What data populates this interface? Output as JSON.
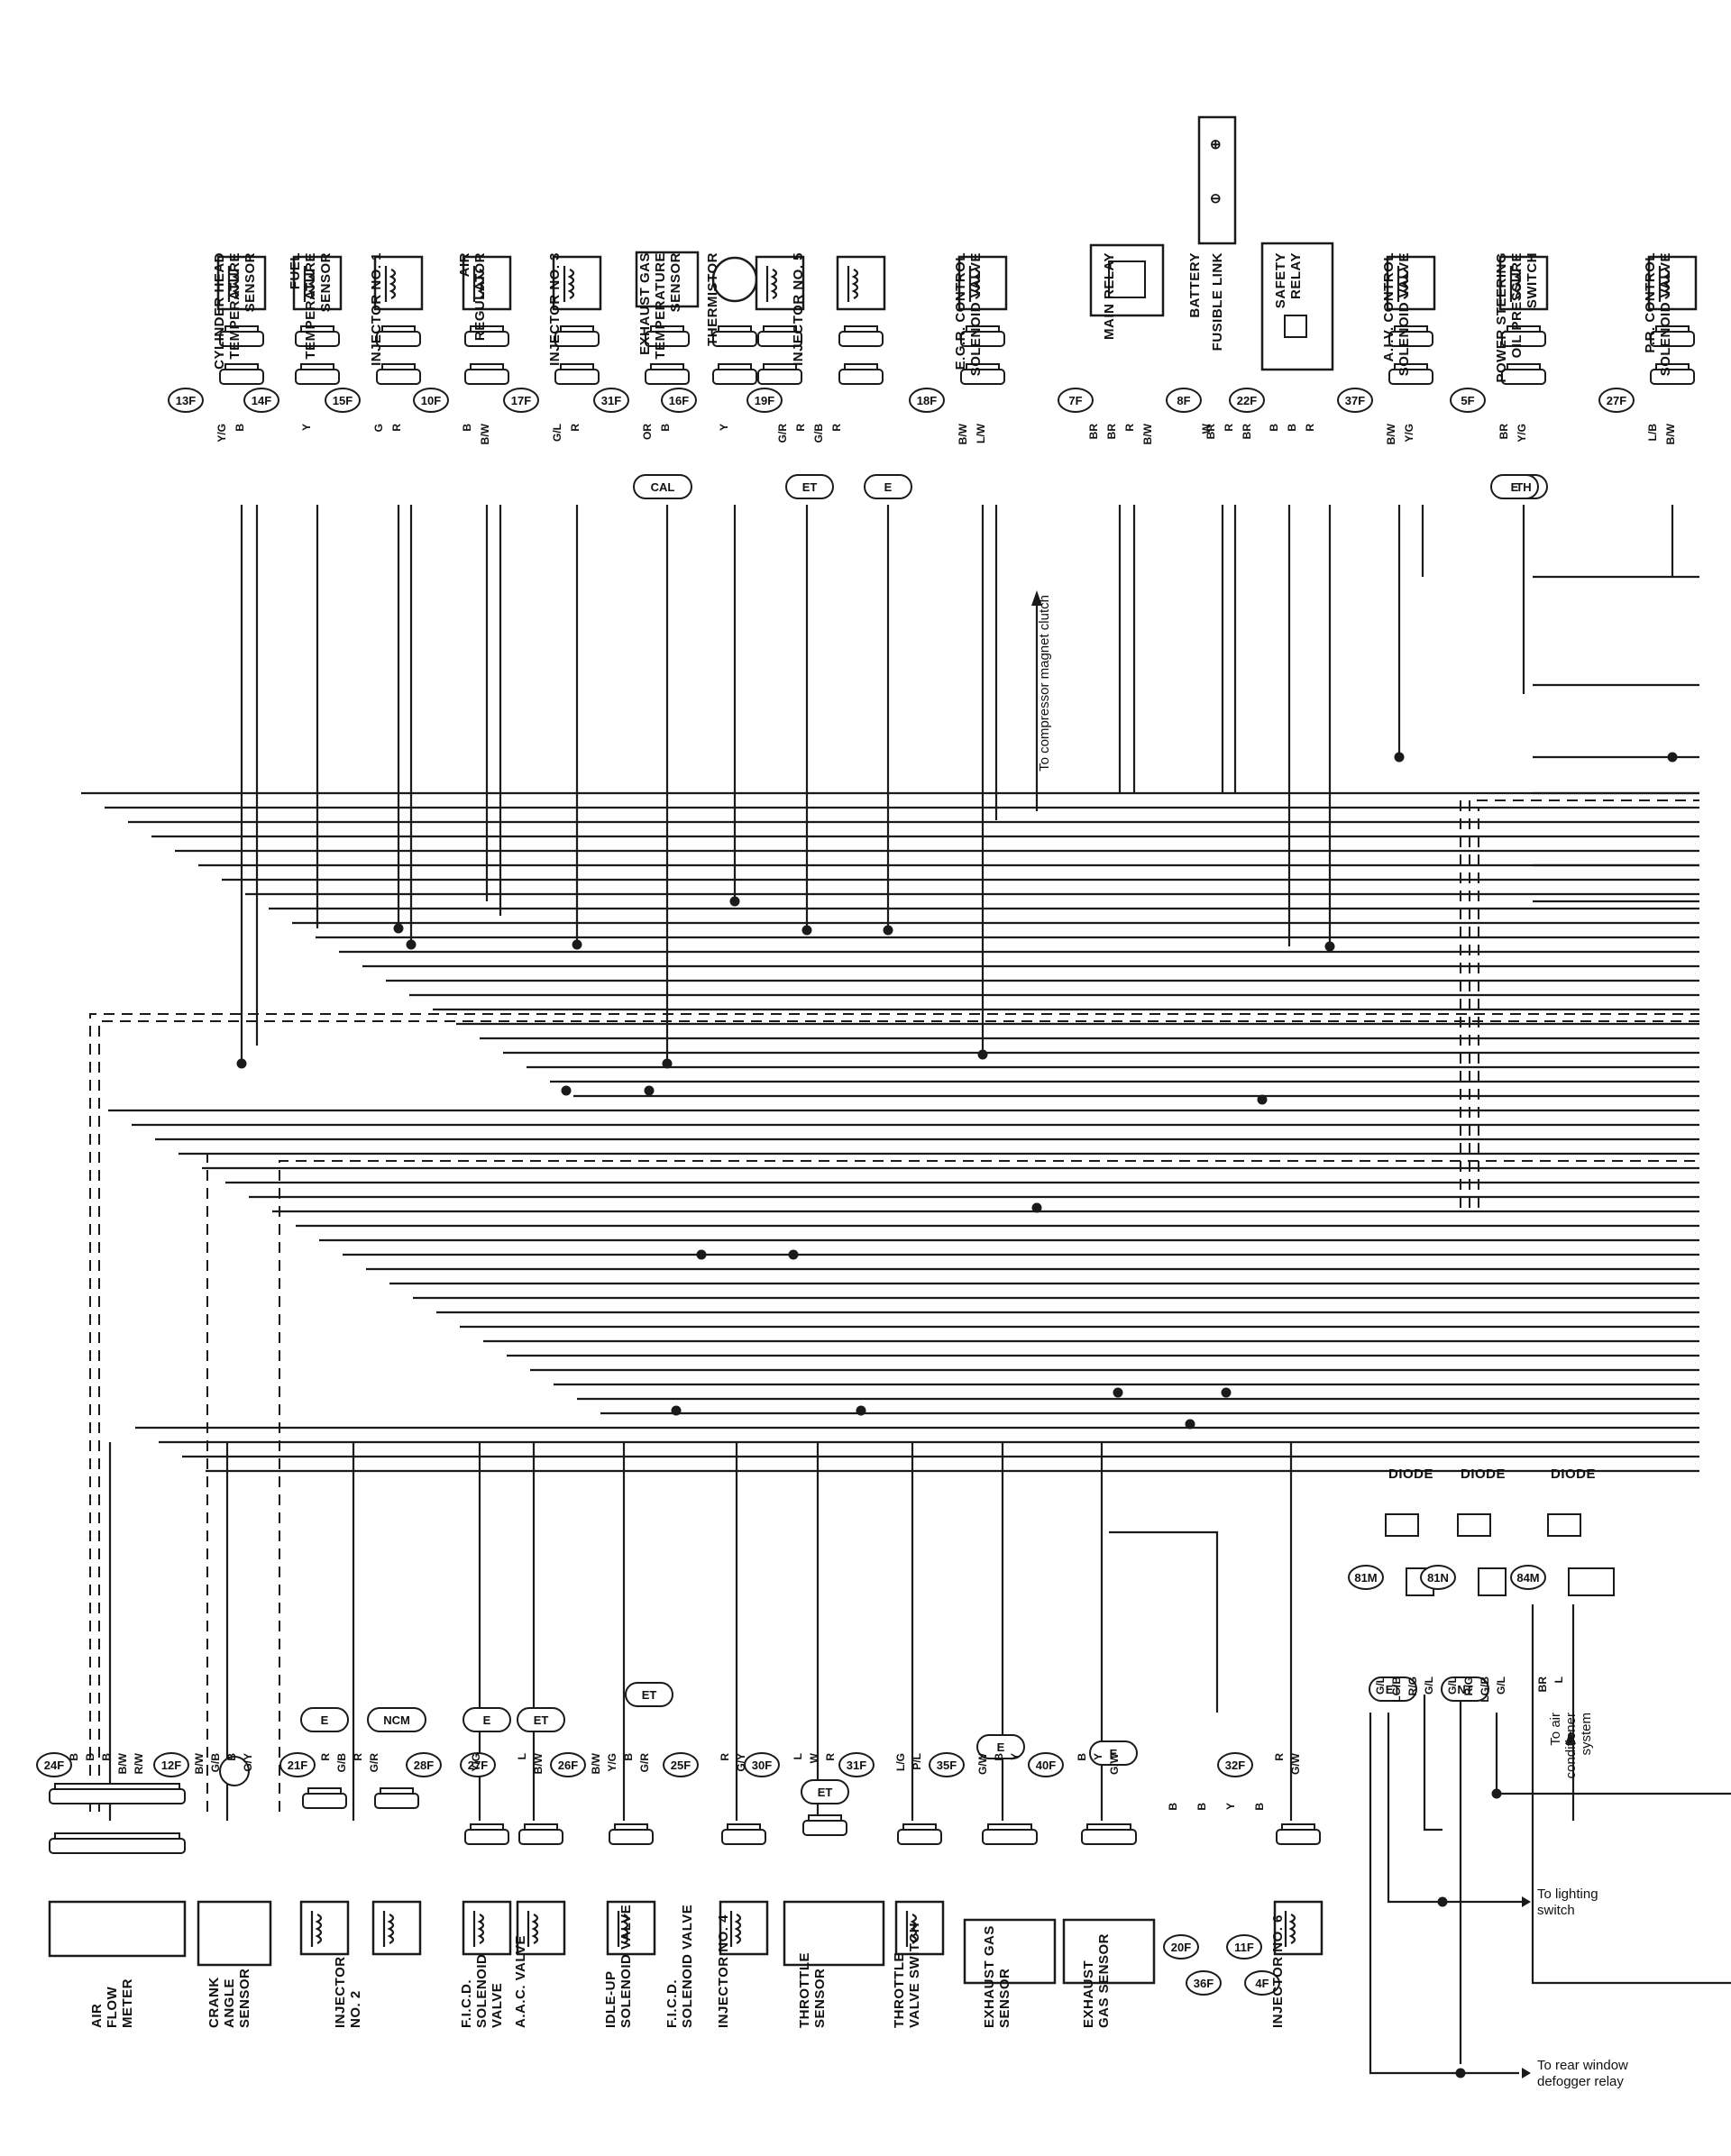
{
  "components_top": [
    {
      "label": [
        "CYLINDER HEAD",
        "TEMPERATURE",
        "SENSOR"
      ],
      "connector": "13F",
      "wires": [
        "Y/G",
        "B"
      ]
    },
    {
      "label": [
        "FUEL",
        "TEMPERATURE",
        "SENSOR"
      ],
      "connector": "14F",
      "wires": [
        "Y"
      ]
    },
    {
      "label": [
        "INJECTOR NO. 1"
      ],
      "connector": "15F",
      "wires": [
        "G",
        "R"
      ]
    },
    {
      "label": [
        "AIR",
        "REGULATOR"
      ],
      "connector": "10F",
      "wires": [
        "B",
        "B/W"
      ]
    },
    {
      "label": [
        "INJECTOR NO. 3"
      ],
      "connector": "17F",
      "wires": [
        "G/L",
        "R"
      ]
    },
    {
      "label": [
        "EXHAUST GAS",
        "TEMPERATURE",
        "SENSOR"
      ],
      "connector": "31F",
      "wires": [
        "OR",
        "B"
      ]
    },
    {
      "label": [
        "THERMISTOR"
      ],
      "connector": "16F",
      "wires": [
        "Y"
      ]
    },
    {
      "label": [
        "INJECTOR NO. 5"
      ],
      "connector": "19F",
      "wires": [
        "G/R",
        "R",
        "G/B",
        "R"
      ]
    },
    {
      "label": [
        "E.G.R. CONTROL",
        "SOLENOID VALVE"
      ],
      "connector": "18F",
      "wires": [
        "B/W",
        "L/W"
      ]
    },
    {
      "label": [
        "MAIN RELAY"
      ],
      "connector": "7F",
      "wires": [
        "BR",
        "BR",
        "R",
        "B/W"
      ]
    },
    {
      "label": [
        "BATTERY"
      ],
      "connector": "",
      "wires": [
        "W"
      ]
    },
    {
      "label": [
        "FUSIBLE LINK"
      ],
      "connector": "8F",
      "wires": [
        "BR",
        "R",
        "BR"
      ]
    },
    {
      "label": [
        "SAFETY",
        "RELAY"
      ],
      "connector": "22F",
      "wires": [
        "B",
        "B",
        "R"
      ]
    },
    {
      "label": [
        "A.I.V. CONTROL",
        "SOLENOID VALVE"
      ],
      "connector": "37F",
      "wires": [
        "B/W",
        "Y/G"
      ]
    },
    {
      "label": [
        "POWER STEERING",
        "OIL PRESSURE",
        "SWITCH"
      ],
      "connector": "5F",
      "wires": [
        "BR",
        "Y/G"
      ]
    },
    {
      "label": [
        "P.R. CONTROL",
        "SOLENOID VALVE"
      ],
      "connector": "27F",
      "wires": [
        "L/B",
        "B/W"
      ]
    }
  ],
  "components_bottom": [
    {
      "label": [
        "AIR",
        "FLOW",
        "METER"
      ],
      "connector": "24F",
      "wires": [
        "B",
        "B",
        "B",
        "B/W",
        "R/W"
      ]
    },
    {
      "label": [
        "CRANK",
        "ANGLE",
        "SENSOR"
      ],
      "connector": "12F",
      "wires": [
        "B/W",
        "G/B",
        "B",
        "G/Y"
      ]
    },
    {
      "label": [
        "INJECTOR",
        "NO. 2"
      ],
      "connector": "21F",
      "wires": [
        "R",
        "G/B",
        "R",
        "G/R"
      ]
    },
    {
      "label": [
        "F.I.C.D.",
        "SOLENOID",
        "VALVE"
      ],
      "connector": "28F",
      "wires": [
        "Y/G"
      ]
    },
    {
      "label": [
        "A.A.C. VALVE"
      ],
      "connector": "27F",
      "wires": [
        "L",
        "B/W"
      ]
    },
    {
      "label": [
        "IDLE-UP",
        "SOLENOID VALVE"
      ],
      "connector": "26F",
      "wires": [
        "B/W",
        "Y/G",
        "B",
        "G/R"
      ]
    },
    {
      "label": [
        "F.I.C.D.",
        "SOLENOID VALVE"
      ],
      "connector": "",
      "wires": []
    },
    {
      "label": [
        "INJECTOR NO. 4"
      ],
      "connector": "25F",
      "wires": [
        "R",
        "G/Y"
      ]
    },
    {
      "label": [
        "THROTTLE",
        "SENSOR"
      ],
      "connector": "30F",
      "wires": [
        "L",
        "W",
        "R"
      ]
    },
    {
      "label": [
        "THROTTLE",
        "VALVE SWITCH"
      ],
      "connector": "31F",
      "wires": [
        "L/G",
        "P/L"
      ]
    },
    {
      "label": [
        "EXHAUST GAS",
        "SENSOR"
      ],
      "connector": "35F",
      "wires": [
        "G/W",
        "B",
        "Y"
      ]
    },
    {
      "label": [
        "EXHAUST",
        "GAS SENSOR"
      ],
      "connector": "40F",
      "wires": [
        "B",
        "Y",
        "G/W"
      ]
    },
    {
      "label": [
        "INJECTOR NO. 6"
      ],
      "connector": "32F",
      "wires": [
        "R",
        "G/W"
      ]
    }
  ],
  "ground_connectors": [
    "20F",
    "36F",
    "11F",
    "4F"
  ],
  "ground_wires": [
    "B",
    "B",
    "Y",
    "B"
  ],
  "splice_labels": [
    "CAL",
    "ET",
    "E",
    "E",
    "NCM",
    "ET",
    "E",
    "ET",
    "ET",
    "E",
    "E",
    "ET",
    "NT",
    "TH",
    "E"
  ],
  "diodes": [
    {
      "label": "DIODE",
      "connector": "81M",
      "wires": [
        "G/L",
        "LG/B",
        "R/G",
        "G/L"
      ]
    },
    {
      "label": "DIODE",
      "connector": "81N",
      "wires": [
        "G/L",
        "R/G",
        "LG/B",
        "G/L"
      ]
    },
    {
      "label": "DIODE",
      "connector": "84M",
      "wires": [
        "BR",
        "L"
      ]
    }
  ],
  "notes": {
    "compressor": "To compressor magnet clutch",
    "air_conditioner": [
      "To air",
      "conditioner",
      "system"
    ],
    "lighting": [
      "To lighting",
      "switch"
    ],
    "defogger": [
      "To rear window",
      "defogger relay"
    ]
  }
}
